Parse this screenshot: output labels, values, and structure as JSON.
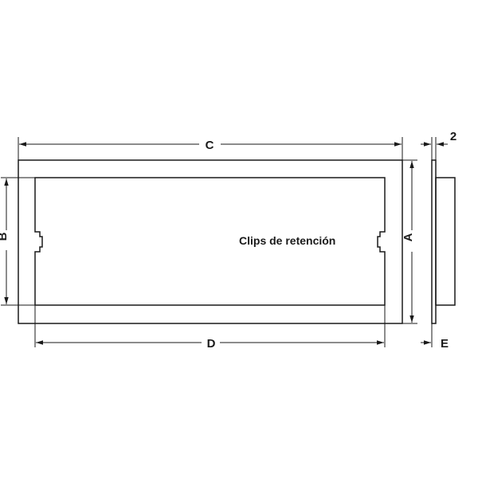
{
  "dimensions": {
    "a": "A",
    "b": "B",
    "c": "C",
    "d": "D",
    "e": "E",
    "thickness": "2"
  },
  "annotation": "Clips de retención"
}
